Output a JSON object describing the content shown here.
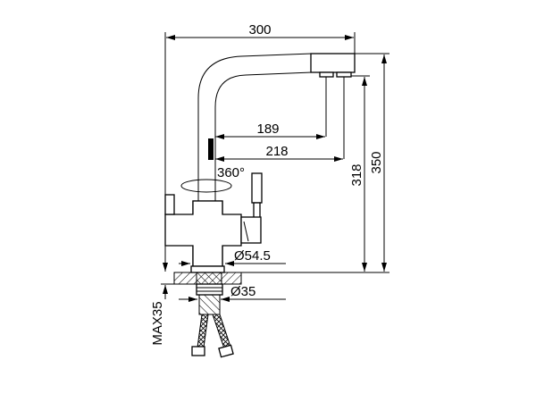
{
  "drawing": {
    "subject": "faucet",
    "dimensions": {
      "overall_reach": "300",
      "outlet_reach_1": "189",
      "outlet_reach_2": "218",
      "outlet_height": "318",
      "overall_height": "350",
      "rotation": "360°",
      "base_diameter": "Ø54.5",
      "shank_diameter": "Ø35",
      "max_counter_thickness": "MAX35"
    },
    "colors": {
      "line": "#000000",
      "background": "#ffffff"
    }
  }
}
